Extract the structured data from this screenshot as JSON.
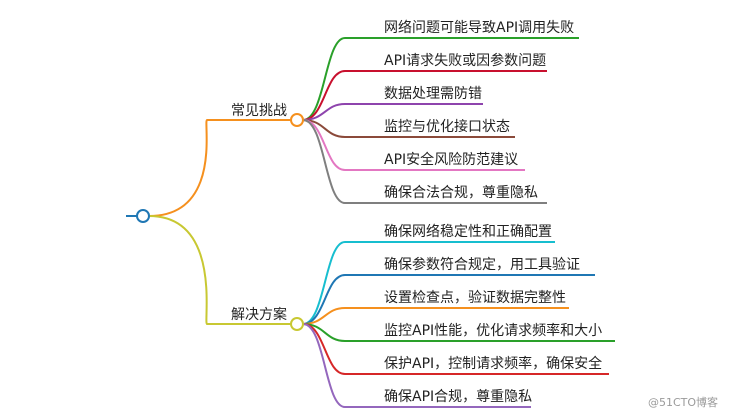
{
  "root": {
    "label": ""
  },
  "branches": [
    {
      "label": "常见挑战",
      "color": "#f5901e",
      "children": [
        {
          "label": "网络问题可能导致API调用失败",
          "color": "#2aa02a"
        },
        {
          "label": "API请求失败或因参数问题",
          "color": "#c8102e"
        },
        {
          "label": "数据处理需防错",
          "color": "#8e44ad"
        },
        {
          "label": "监控与优化接口状态",
          "color": "#8b4a3a"
        },
        {
          "label": "API安全风险防范建议",
          "color": "#e377c2"
        },
        {
          "label": "确保合法合规，尊重隐私",
          "color": "#7f7f7f"
        }
      ]
    },
    {
      "label": "解决方案",
      "color": "#c8c832",
      "children": [
        {
          "label": "确保网络稳定性和正确配置",
          "color": "#17becf"
        },
        {
          "label": "确保参数符合规定，用工具验证",
          "color": "#1f77b4"
        },
        {
          "label": "设置检查点，验证数据完整性",
          "color": "#f5901e"
        },
        {
          "label": "监控API性能，优化请求频率和大小",
          "color": "#2aa02a"
        },
        {
          "label": "保护API，控制请求频率，确保安全",
          "color": "#d62728"
        },
        {
          "label": "确保API合规，尊重隐私",
          "color": "#9467bd"
        }
      ]
    }
  ],
  "watermark": "@51CTO博客",
  "root_color": "#1f77b4"
}
